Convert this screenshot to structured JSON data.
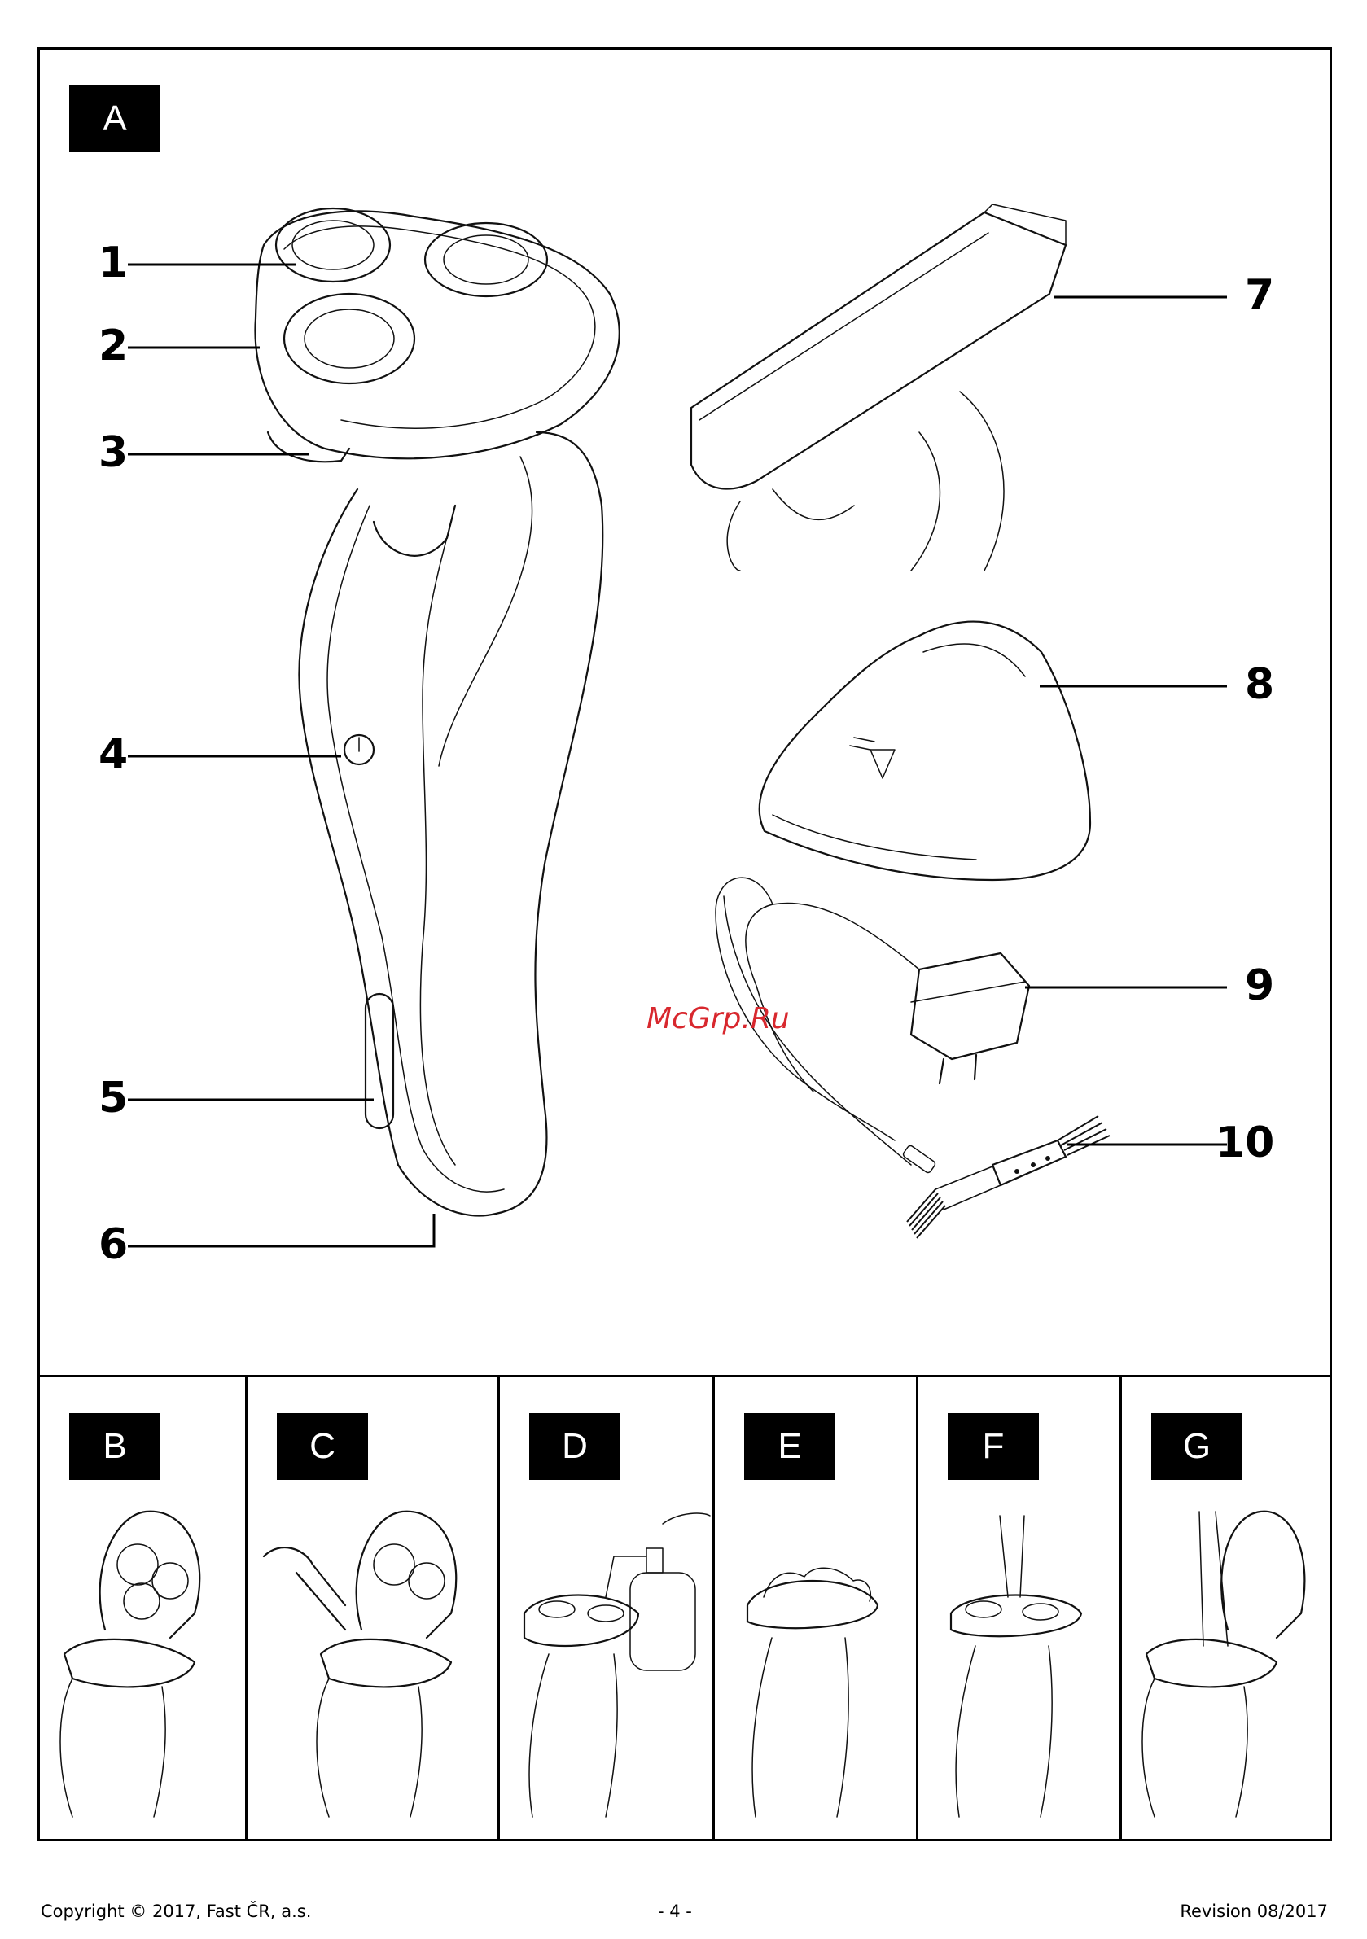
{
  "panel_a": {
    "label": "A",
    "callouts": [
      "1",
      "2",
      "3",
      "4",
      "5",
      "6",
      "7",
      "8",
      "9",
      "10"
    ]
  },
  "watermark": "McGrp.Ru",
  "steps": [
    {
      "label": "B"
    },
    {
      "label": "C"
    },
    {
      "label": "D"
    },
    {
      "label": "E"
    },
    {
      "label": "F"
    },
    {
      "label": "G"
    }
  ],
  "footer": {
    "copyright": "Copyright © 2017, Fast ČR, a.s.",
    "page": "- 4 -",
    "revision": "Revision 08/2017"
  }
}
